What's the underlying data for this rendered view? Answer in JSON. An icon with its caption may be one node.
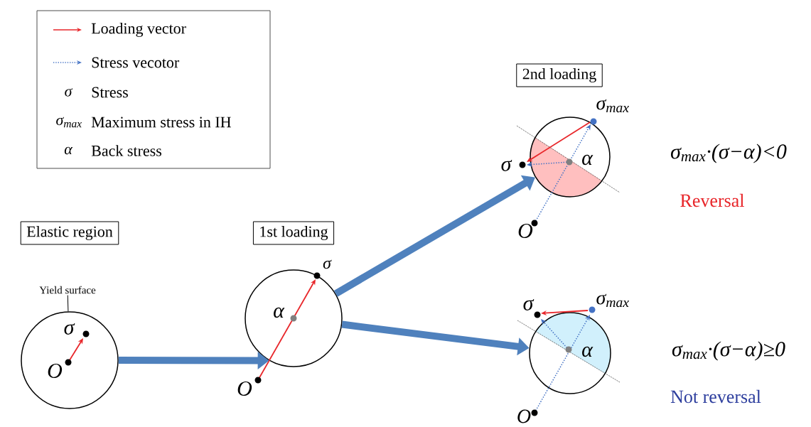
{
  "diagram": {
    "nodes": [
      {
        "text": [
          "Elastic region"
        ]
      },
      {
        "text": [
          "1st loading"
        ]
      },
      {
        "text": [
          "2nd loading"
        ]
      },
      {
        "text": [],
        "shape": "circle"
      },
      {
        "text": [
          "Yield surface"
        ]
      },
      {
        "text": [],
        "shape": "circle"
      },
      {
        "text": [],
        "shape": "circle"
      },
      {
        "text": [],
        "shape": "circle"
      }
    ],
    "edges": [
      {
        "from": 4,
        "to": 3,
        "arrow": "none",
        "color": "#000000"
      },
      {
        "from": 3,
        "to": 5,
        "arrow": "to"
      },
      {
        "from": 5,
        "to": 6,
        "arrow": "to"
      },
      {
        "from": 5,
        "to": 7,
        "arrow": "to"
      }
    ],
    "labels": [
      "σ",
      "σ$_{max}$",
      "α",
      "σ",
      "O",
      "σ",
      "α",
      "O",
      "σ$_{max}$",
      "σ",
      "α",
      "O",
      "σ$_{max}$·(σ−α)<0",
      "Reversal",
      "σ",
      "σ$_{max}$",
      "α",
      "O",
      "σ$_{max}$·(σ−α)≥0",
      "Not reversal"
    ],
    "legend": [
      {
        "text": "Loading vector"
      },
      {
        "text": "Stress vecotor"
      },
      {
        "text": "Stress"
      },
      {
        "text": "Maximum stress in IH"
      },
      {
        "text": "Back stress"
      }
    ]
  }
}
